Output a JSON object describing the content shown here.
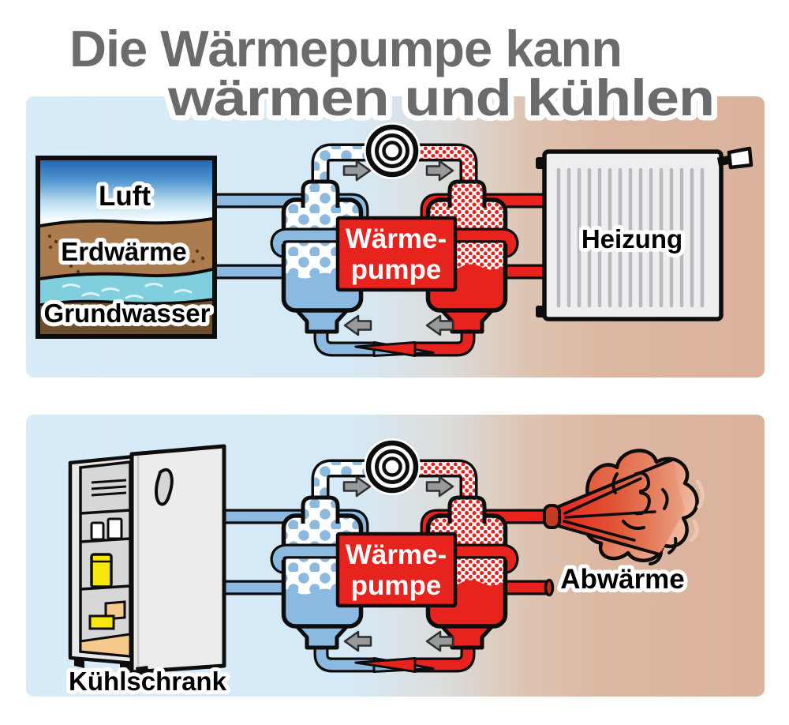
{
  "title": {
    "line1": "Die Wärmepumpe kann",
    "line2": "wärmen und kühlen"
  },
  "pump_label": {
    "line1": "Wärme-",
    "line2": "pumpe"
  },
  "heating_panel": {
    "source_layers": {
      "air": "Luft",
      "geothermal": "Erdwärme",
      "groundwater": "Grundwasser"
    },
    "radiator_label": "Heizung"
  },
  "cooling_panel": {
    "fridge_label": "Kühlschrank",
    "exhaust_label": "Abwärme"
  },
  "colors": {
    "hot_red": "#e8231e",
    "cold_blue": "#8cb9e0",
    "panel_blue": "#d8ebf8",
    "panel_salmon": "#dbb29c",
    "title_gray": "#6a6b6d"
  }
}
